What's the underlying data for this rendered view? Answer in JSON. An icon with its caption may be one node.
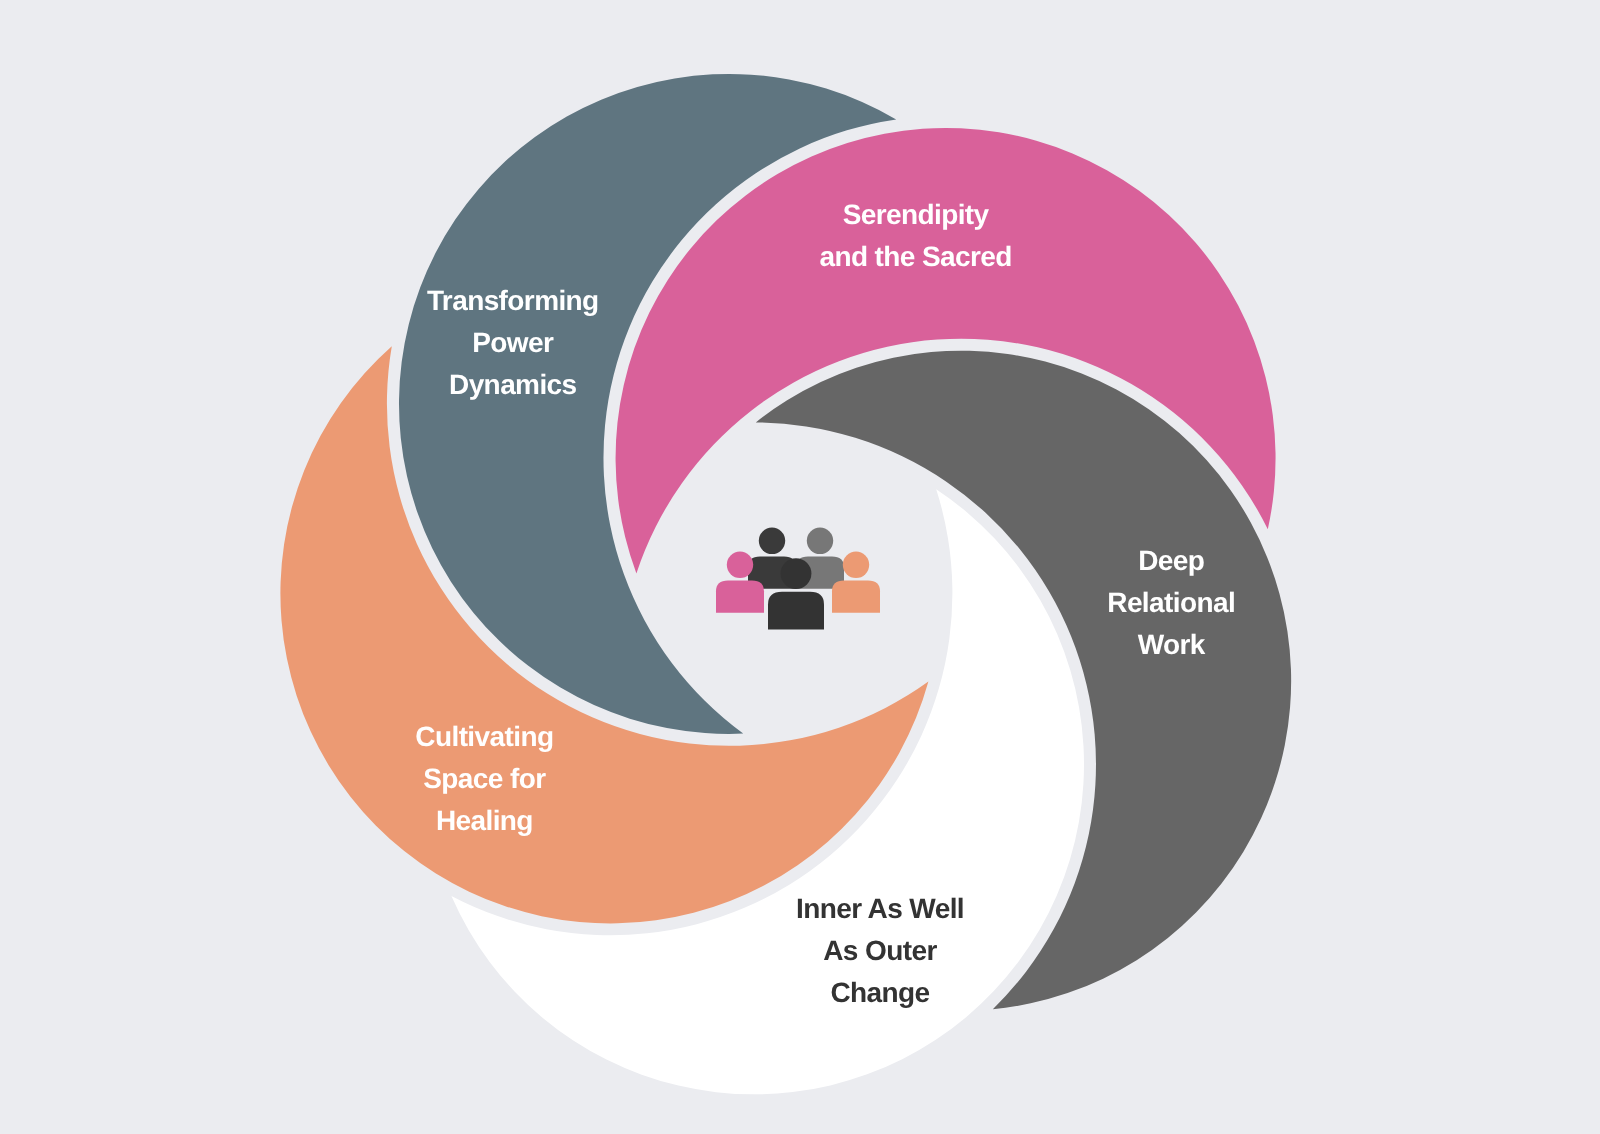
{
  "diagram": {
    "nodes": [
      {
        "text": [
          "Serendipity and the Sacred"
        ]
      },
      {
        "text": [
          "Transforming Power Dynamics"
        ]
      },
      {
        "text": [
          "Deep Relational Work"
        ]
      },
      {
        "text": [
          "Cultivating Space for Healing"
        ]
      },
      {
        "text": [
          "Inner As Well As Outer Change"
        ]
      }
    ]
  }
}
